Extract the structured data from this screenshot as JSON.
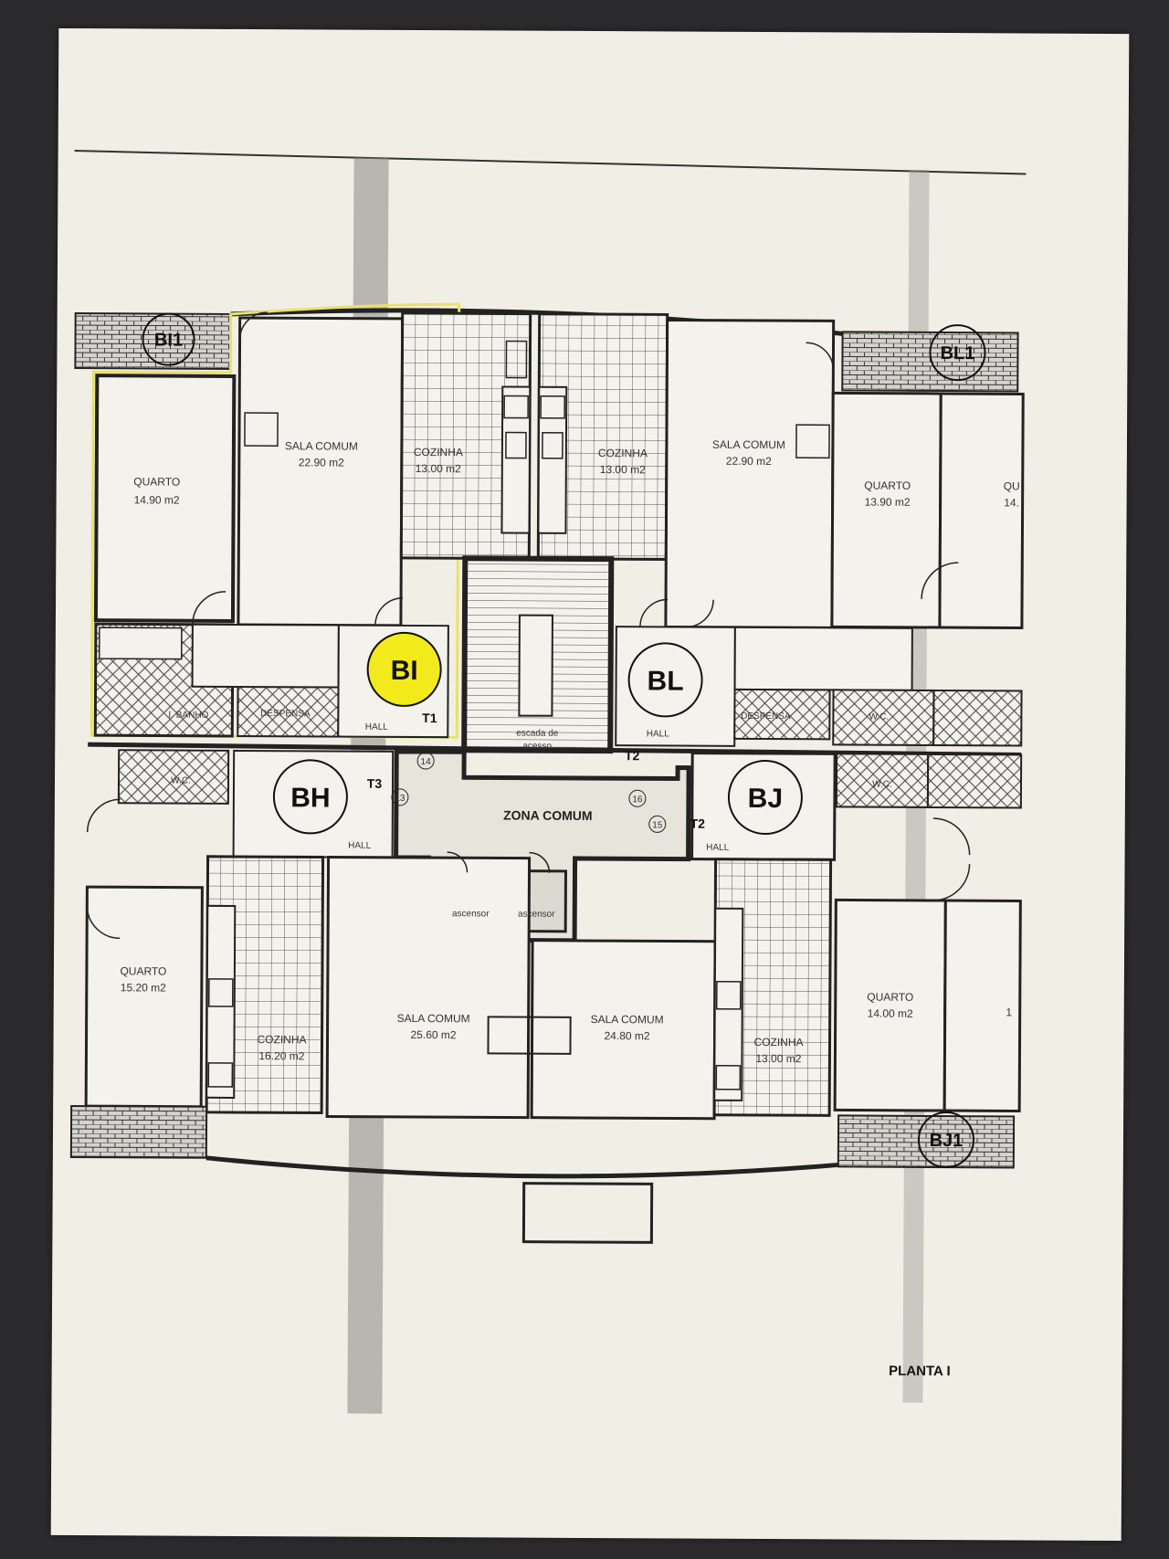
{
  "sheet": {
    "title": "PLANTA I"
  },
  "units": [
    {
      "id": "BI1",
      "size": "small"
    },
    {
      "id": "BL1",
      "size": "small"
    },
    {
      "id": "BI",
      "size": "big",
      "highlight": true
    },
    {
      "id": "BL",
      "size": "big"
    },
    {
      "id": "BH",
      "size": "big"
    },
    {
      "id": "BJ",
      "size": "big"
    },
    {
      "id": "BJ1",
      "size": "small"
    }
  ],
  "rooms": {
    "quarto_bi": {
      "name": "QUARTO",
      "area": "14.90  m2"
    },
    "sala_bi": {
      "name": "SALA  COMUM",
      "area": "22.90  m2"
    },
    "cozinha_bi": {
      "name": "COZINHA",
      "area": "13.00  m2"
    },
    "cozinha_bl": {
      "name": "COZINHA",
      "area": "13.00  m2"
    },
    "sala_bl": {
      "name": "SALA  COMUM",
      "area": "22.90  m2"
    },
    "quarto_bl": {
      "name": "QUARTO",
      "area": "13.90  m2"
    },
    "quarto_bh": {
      "name": "QUARTO",
      "area": "15.20  m2"
    },
    "cozinha_bh": {
      "name": "COZINHA",
      "area": "16.20  m2"
    },
    "sala_bh": {
      "name": "SALA  COMUM",
      "area": "25.60  m2"
    },
    "sala_bj": {
      "name": "SALA  COMUM",
      "area": "24.80  m2"
    },
    "cozinha_bj": {
      "name": "COZINHA",
      "area": "13.00  m2"
    },
    "quarto_bj": {
      "name": "QUARTO",
      "area": "14.00  m2"
    }
  },
  "labels": {
    "banho": "I. BANHO",
    "despensa_bi": "DESPENSA",
    "despensa_bl": "DESPENSA",
    "wc_bh": "W.C.",
    "wc_bl": "W.C.",
    "wc_bj": "W.C.",
    "hall_bi": "HALL",
    "hall_bl": "HALL",
    "hall_bh": "HALL",
    "hall_bj": "HALL",
    "escada": "escada de",
    "escada2": "acesso",
    "zona": "ZONA  COMUM",
    "ascensor_1": "ascensor",
    "ascensor_2": "ascensor",
    "t1": "T1",
    "t2a": "T2",
    "t2b": "T2",
    "t3": "T3",
    "n13": "13",
    "n14": "14",
    "n15": "15",
    "n16": "16",
    "partial_1": "QU",
    "partial_2": "14.",
    "partial_3": "1"
  },
  "colors": {
    "highlight": "#f2ea1a",
    "paper": "#f1eee6",
    "ink": "#2a2a2a"
  }
}
